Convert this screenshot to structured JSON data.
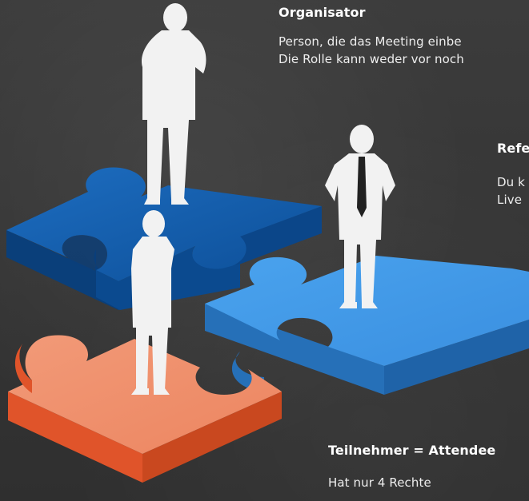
{
  "roles": {
    "organisator": {
      "title": "Organisator",
      "desc_line1": "Person, die das Meeting einbe",
      "desc_line2": "Die Rolle kann weder vor noch"
    },
    "referent": {
      "title": "Refe",
      "desc_line1": "Du k",
      "desc_line2": "Live"
    },
    "teilnehmer": {
      "title": "Teilnehmer = Attendee",
      "desc": "Hat nur 4 Rechte"
    }
  },
  "colors": {
    "background": "#3a3a3a",
    "dark_blue_piece": "#0f5aa6",
    "light_blue_piece": "#3f98e6",
    "orange_piece": "#e8643a",
    "silhouette": "#f2f2f2"
  },
  "icons": {
    "organisator_figure": "businessman-silhouette-icon",
    "referent_figure": "businessman-silhouette-icon",
    "teilnehmer_figure": "businessman-silhouette-icon"
  }
}
